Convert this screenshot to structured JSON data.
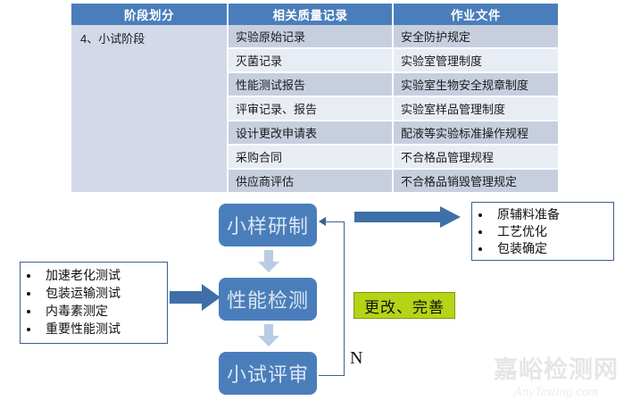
{
  "table": {
    "headers": [
      "阶段划分",
      "相关质量记录",
      "作业文件"
    ],
    "stage_label": "4、小试阶段",
    "rows": [
      {
        "record": "实验原始记录",
        "document": "安全防护规定"
      },
      {
        "record": "灭菌记录",
        "document": "实验室管理制度"
      },
      {
        "record": "性能测试报告",
        "document": "实验室生物安全规章制度"
      },
      {
        "record": "评审记录、报告",
        "document": "实验室样品管理制度"
      },
      {
        "record": "设计更改申请表",
        "document": "配液等实验标准操作规程"
      },
      {
        "record": "采购合同",
        "document": "不合格品管理规程"
      },
      {
        "record": "供应商评估",
        "document": "不合格品销毁管理规定"
      }
    ],
    "header_bg": "#4a7ebb",
    "stage_bg": "#d3d9e8",
    "row_bg_odd": "#c7cfdf",
    "row_bg_even": "#e8ecf4"
  },
  "flow": {
    "nodes": [
      {
        "label": "小样研制"
      },
      {
        "label": "性能检测"
      },
      {
        "label": "小试评审"
      }
    ],
    "node_bg": "#4a7ebb",
    "node_text_color": "#dbe5f1",
    "left_list": [
      "加速老化测试",
      "包装运输测试",
      "内毒素测定",
      "重要性能测试"
    ],
    "right_list": [
      "原辅料准备",
      "工艺优化",
      "包装确定"
    ],
    "green_note": "更改、完善",
    "green_bg": "#b5d415",
    "branch_label": "N",
    "arrow_color": "#3f5f8f",
    "down_arrow_color": "#b8cce4"
  },
  "watermark": {
    "cn": "嘉峪检测网",
    "en": "AnyTesting.com"
  }
}
